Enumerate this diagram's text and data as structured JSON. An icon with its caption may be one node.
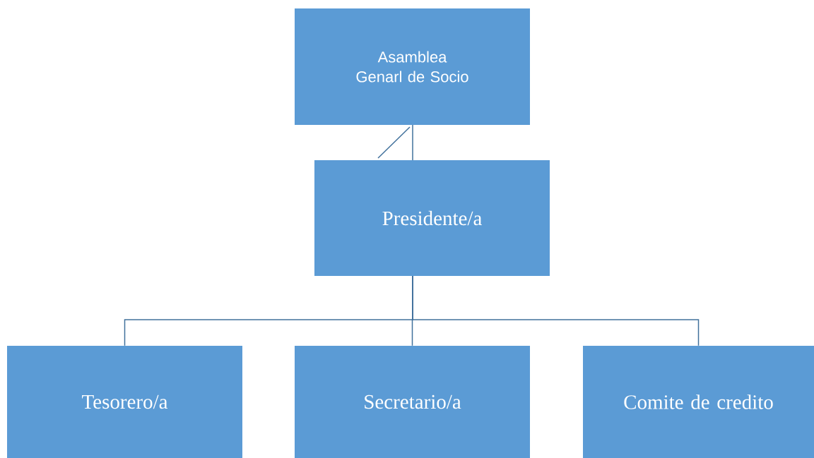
{
  "diagram": {
    "nodes": [
      {
        "text": [
          "Asamblea Genarl de Socio"
        ]
      },
      {
        "text": [
          "Presidente/a"
        ]
      },
      {
        "text": [
          "Tesorero/a"
        ]
      },
      {
        "text": [
          "Secretario/a"
        ]
      },
      {
        "text": [
          "Comite de credito"
        ]
      }
    ],
    "edges": [
      {
        "from": 0,
        "to": 1,
        "arrow": "none"
      },
      {
        "from": 1,
        "to": 2,
        "arrow": "none"
      },
      {
        "from": 1,
        "to": 3,
        "arrow": "none"
      },
      {
        "from": 1,
        "to": 4,
        "arrow": "none"
      }
    ]
  }
}
